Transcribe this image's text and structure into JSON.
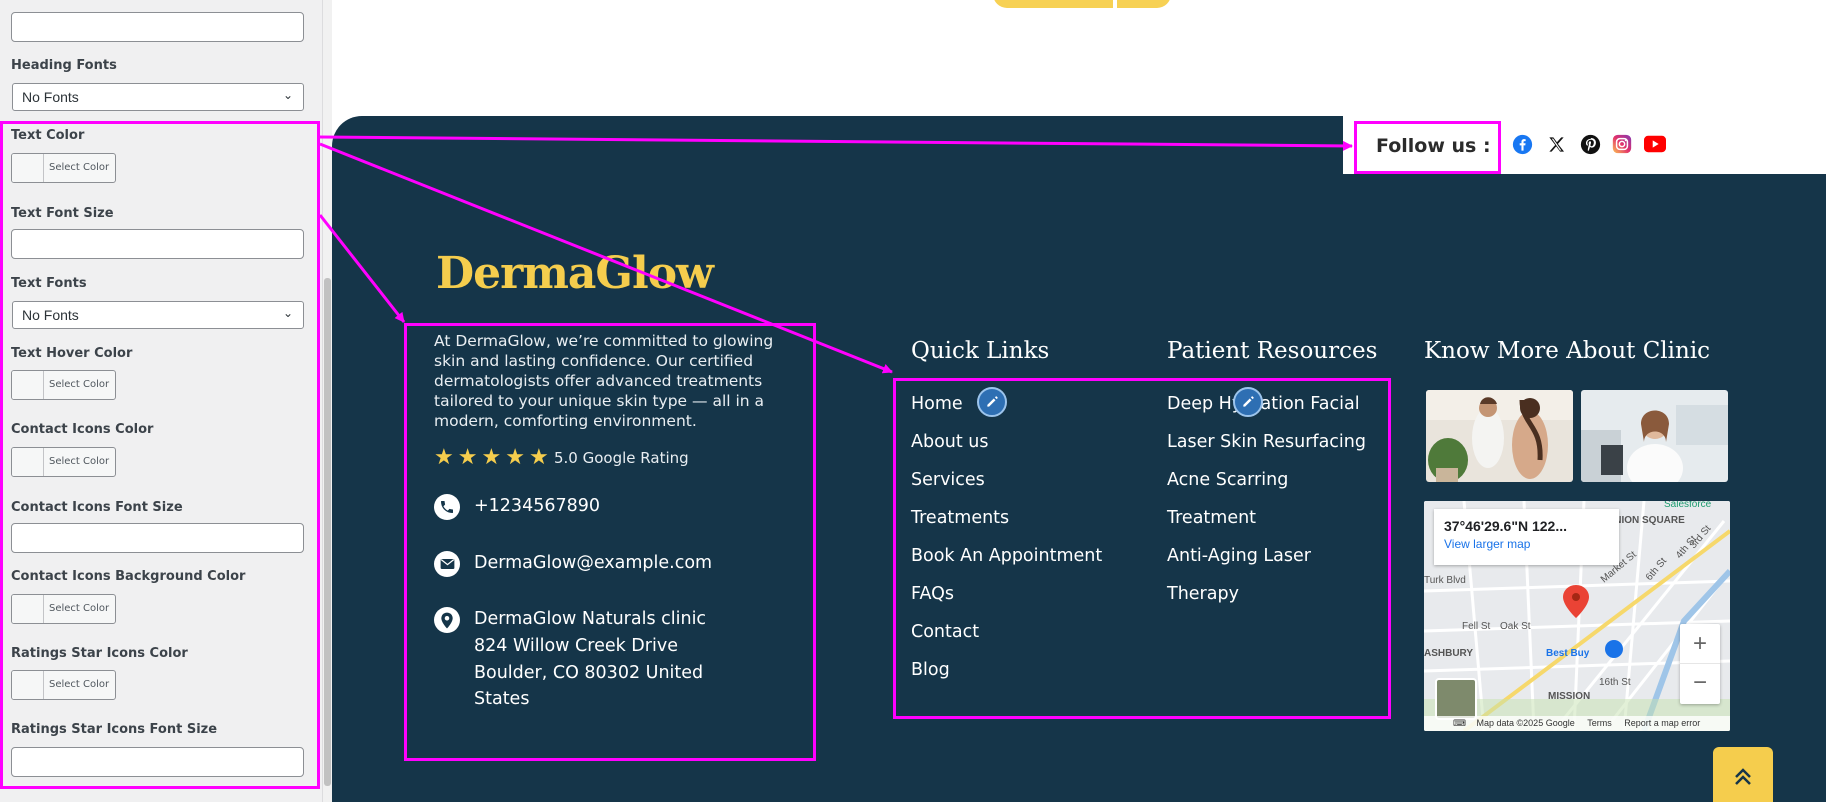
{
  "sidebar": {
    "heading_fonts": {
      "label": "Heading Fonts",
      "value": "No Fonts"
    },
    "text_color": {
      "label": "Text Color",
      "button": "Select Color"
    },
    "text_font_size": {
      "label": "Text Font Size"
    },
    "text_fonts": {
      "label": "Text Fonts",
      "value": "No Fonts"
    },
    "text_hover_color": {
      "label": "Text Hover Color",
      "button": "Select Color"
    },
    "contact_icons_color": {
      "label": "Contact Icons Color",
      "button": "Select Color"
    },
    "contact_icons_font_size": {
      "label": "Contact Icons Font Size"
    },
    "contact_icons_bg_color": {
      "label": "Contact Icons Background Color",
      "button": "Select Color"
    },
    "ratings_star_icons_color": {
      "label": "Ratings Star Icons Color",
      "button": "Select Color"
    },
    "ratings_star_icons_font_size": {
      "label": "Ratings Star Icons Font Size"
    }
  },
  "footer": {
    "follow_label": "Follow us :",
    "social_icons": [
      "facebook-icon",
      "x-icon",
      "pinterest-icon",
      "instagram-icon",
      "youtube-icon"
    ],
    "brand": "DermaGlow",
    "about_text": "At DermaGlow, we’re committed to glowing skin and lasting confidence. Our certified dermatologists offer advanced treatments tailored to your unique skin type — all in a modern, comforting environment.",
    "rating_text": "5.0 Google Rating",
    "stars": 5,
    "phone": "+1234567890",
    "email": "DermaGlow@example.com",
    "address_line1": "DermaGlow Naturals clinic",
    "address_line2": "824 Willow Creek Drive",
    "address_line3": "Boulder, CO 80302 United",
    "address_line4": "States",
    "quick_links_title": "Quick Links",
    "quick_links": [
      "Home",
      "About us",
      "Services",
      "Treatments",
      "Book An Appointment",
      "FAQs",
      "Contact",
      "Blog"
    ],
    "patient_resources_title": "Patient Resources",
    "patient_resources": [
      "Deep Hydration Facial",
      "Laser Skin Resurfacing",
      "Acne Scarring",
      "Treatment",
      "Anti-Aging Laser",
      "Therapy"
    ],
    "know_more_title": "Know More About Clinic",
    "map": {
      "coords": "37°46'29.6\"N 122...",
      "larger_map": "View larger map",
      "zoom_in": "+",
      "zoom_out": "−",
      "attribution": "Map data ©2025 Google",
      "terms": "Terms",
      "report": "Report a map error",
      "labels": [
        "UNION SQUARE",
        "Salesforce",
        "Market St",
        "Turk Blvd",
        "Fell St",
        "Oak St",
        "ASHBURY",
        "Best Buy",
        "MISSION",
        "16th St",
        "4th St",
        "3rd St",
        "6th St"
      ]
    }
  },
  "colors": {
    "accent": "#f5cd4d",
    "footer_bg": "#153549",
    "annotation": "#ff00ff"
  }
}
